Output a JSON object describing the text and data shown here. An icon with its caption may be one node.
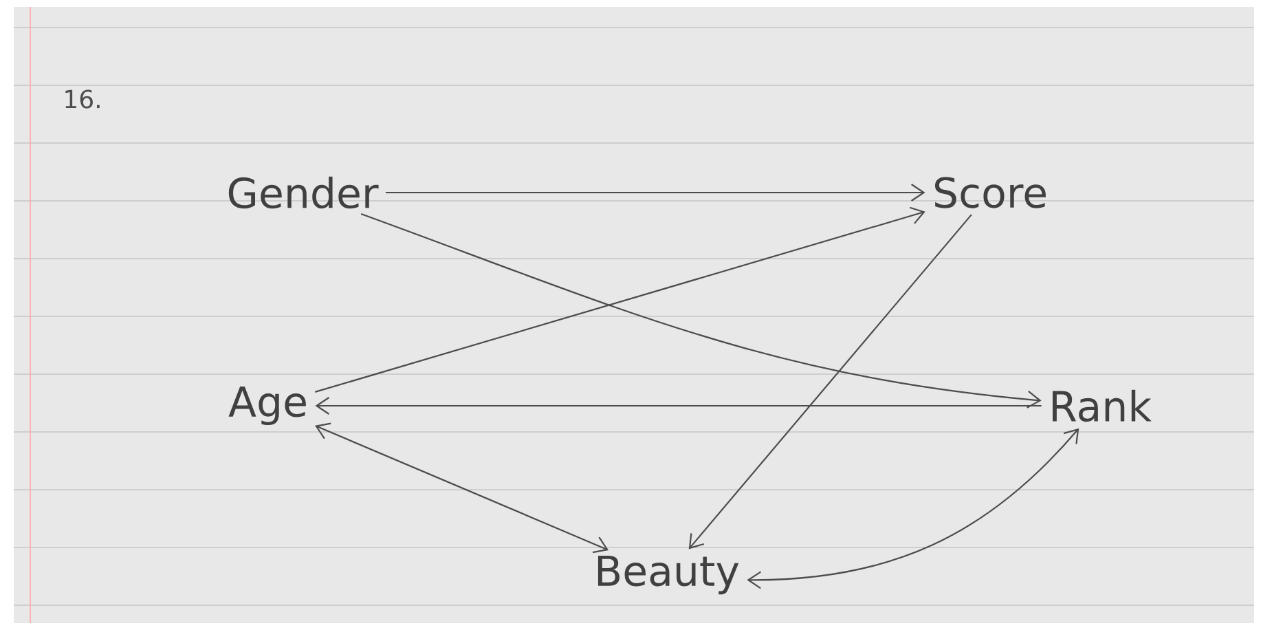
{
  "diagram": {
    "nodes": [
      {
        "text": [
          "Gender"
        ]
      },
      {
        "text": [
          "Score"
        ]
      },
      {
        "text": [
          "Age"
        ]
      },
      {
        "text": [
          "Rank"
        ]
      },
      {
        "text": [
          "Beauty"
        ]
      }
    ],
    "edges": [
      {
        "from": 0,
        "to": 1,
        "arrow": "to"
      },
      {
        "from": 0,
        "to": 3,
        "arrow": "to"
      },
      {
        "from": 2,
        "to": 1,
        "arrow": "to"
      },
      {
        "from": 1,
        "to": 4,
        "arrow": "to"
      },
      {
        "from": 3,
        "to": 2,
        "arrow": "to"
      },
      {
        "from": 2,
        "to": 4,
        "arrow": "both"
      },
      {
        "from": 4,
        "to": 3,
        "arrow": "both"
      }
    ],
    "labels": [
      "16."
    ]
  }
}
